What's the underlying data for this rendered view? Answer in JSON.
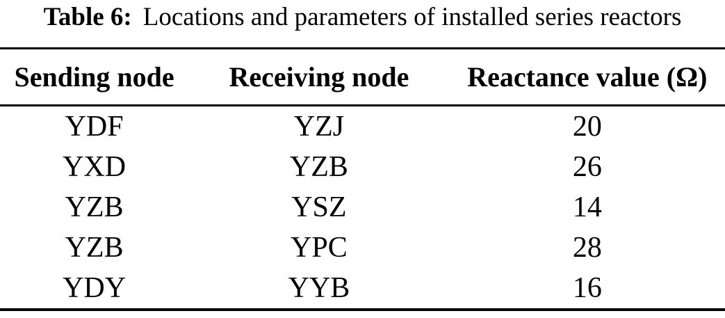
{
  "caption": {
    "label": "Table 6:",
    "text": "Locations and parameters of installed series reactors"
  },
  "table": {
    "columns": [
      "Sending node",
      "Receiving node",
      "Reactance value (Ω)"
    ],
    "rows": [
      [
        "YDF",
        "YZJ",
        "20"
      ],
      [
        "YXD",
        "YZB",
        "26"
      ],
      [
        "YZB",
        "YSZ",
        "14"
      ],
      [
        "YZB",
        "YPC",
        "28"
      ],
      [
        "YDY",
        "YYB",
        "16"
      ]
    ]
  },
  "colors": {
    "background": "#ffffff",
    "text": "#000000",
    "rule": "#000000"
  }
}
